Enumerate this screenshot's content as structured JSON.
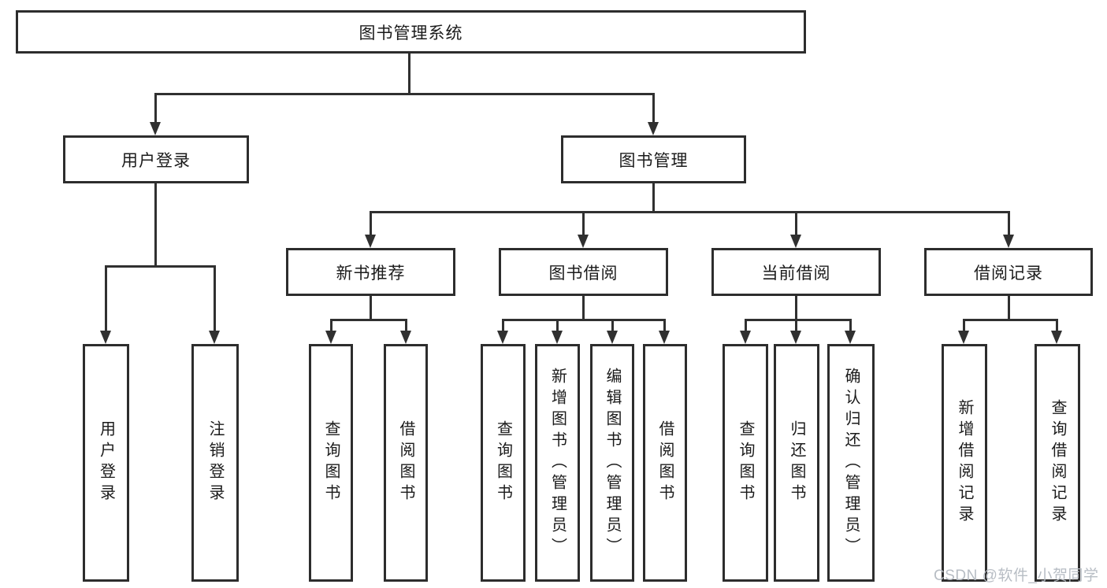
{
  "diagram_title": "图书管理系统",
  "nodes": {
    "root": "图书管理系统",
    "user_login": "用户登录",
    "book_mgmt": "图书管理",
    "new_book_rec": "新书推荐",
    "book_borrow": "图书借阅",
    "current_borrow": "当前借阅",
    "borrow_record": "借阅记录",
    "ul_user_login": "用户登录",
    "ul_logout": "注销登录",
    "nb_query_book": "查询图书",
    "nb_borrow_book": "借阅图书",
    "bb_query_book": "查询图书",
    "bb_add_book": "新增图书（管理员）",
    "bb_edit_book": "编辑图书（管理员）",
    "bb_borrow_book": "借阅图书",
    "cb_query_book": "查询图书",
    "cb_return_book": "归还图书",
    "cb_confirm_return": "确认归还（管理员）",
    "br_add_record": "新增借阅记录",
    "br_query_record": "查询借阅记录"
  },
  "watermark": {
    "text": "CSDN @软件_小贺同学",
    "color": "#b4bac1"
  },
  "colors": {
    "background": "#ffffff",
    "box_border": "#2d2d2d",
    "connector_line": "#303030",
    "text": "#1b1b1b"
  }
}
